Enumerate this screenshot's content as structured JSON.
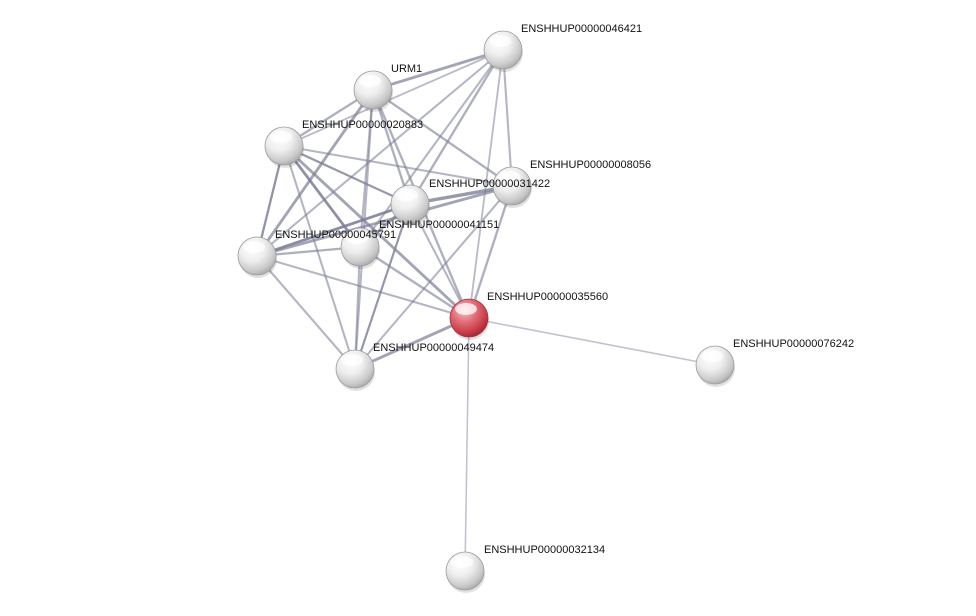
{
  "network": {
    "query_node": "ENSHHUP00000035560",
    "colors": {
      "query_node": "#d9454f",
      "node": "#d8d8d8",
      "edge": "#7d7f98",
      "label": "#111111"
    },
    "nodes": [
      {
        "id": "n46421",
        "label": "ENSHHUP00000046421"
      },
      {
        "id": "nURM1",
        "label": "URM1"
      },
      {
        "id": "n20883",
        "label": "ENSHHUP00000020883"
      },
      {
        "id": "n08056",
        "label": "ENSHHUP00000008056"
      },
      {
        "id": "n31422",
        "label": "ENSHHUP00000031422"
      },
      {
        "id": "n41151",
        "label": "ENSHHUP00000041151"
      },
      {
        "id": "n45791",
        "label": "ENSHHUP00000045791"
      },
      {
        "id": "n35560",
        "label": "ENSHHUP00000035560"
      },
      {
        "id": "n49474",
        "label": "ENSHHUP00000049474"
      },
      {
        "id": "n76242",
        "label": "ENSHHUP00000076242"
      },
      {
        "id": "n32134",
        "label": "ENSHHUP00000032134"
      }
    ],
    "edges": [
      {
        "source": "nURM1",
        "target": "n46421",
        "strength": 0.8
      },
      {
        "source": "nURM1",
        "target": "n20883",
        "strength": 0.6
      },
      {
        "source": "nURM1",
        "target": "n45791",
        "strength": 0.8
      },
      {
        "source": "nURM1",
        "target": "n31422",
        "strength": 0.6
      },
      {
        "source": "nURM1",
        "target": "n08056",
        "strength": 0.6
      },
      {
        "source": "nURM1",
        "target": "n35560",
        "strength": 0.6
      },
      {
        "source": "nURM1",
        "target": "n49474",
        "strength": 0.5
      },
      {
        "source": "nURM1",
        "target": "n41151",
        "strength": 0.5
      },
      {
        "source": "n46421",
        "target": "n31422",
        "strength": 0.6
      },
      {
        "source": "n46421",
        "target": "n08056",
        "strength": 0.5
      },
      {
        "source": "n46421",
        "target": "n45791",
        "strength": 0.5
      },
      {
        "source": "n46421",
        "target": "n41151",
        "strength": 0.5
      },
      {
        "source": "n46421",
        "target": "n35560",
        "strength": 0.4
      },
      {
        "source": "n46421",
        "target": "n20883",
        "strength": 0.4
      },
      {
        "source": "n20883",
        "target": "n41151",
        "strength": 0.5
      },
      {
        "source": "n20883",
        "target": "n08056",
        "strength": 0.5
      },
      {
        "source": "n20883",
        "target": "n45791",
        "strength": 0.6
      },
      {
        "source": "n20883",
        "target": "n41151",
        "strength": 0.8
      },
      {
        "source": "n20883",
        "target": "n35560",
        "strength": 0.8
      },
      {
        "source": "n20883",
        "target": "n49474",
        "strength": 0.5
      },
      {
        "source": "n20883",
        "target": "n31422",
        "strength": 0.5
      },
      {
        "source": "n31422",
        "target": "n08056",
        "strength": 1.0
      },
      {
        "source": "n31422",
        "target": "n41151",
        "strength": 0.8
      },
      {
        "source": "n31422",
        "target": "n45791",
        "strength": 0.8
      },
      {
        "source": "n31422",
        "target": "n35560",
        "strength": 0.5
      },
      {
        "source": "n31422",
        "target": "n49474",
        "strength": 0.5
      },
      {
        "source": "n31422",
        "target": "n20883",
        "strength": 0.5
      },
      {
        "source": "n08056",
        "target": "n45791",
        "strength": 0.8
      },
      {
        "source": "n08056",
        "target": "n35560",
        "strength": 0.6
      },
      {
        "source": "n08056",
        "target": "n49474",
        "strength": 0.5
      },
      {
        "source": "n41151",
        "target": "n45791",
        "strength": 0.6
      },
      {
        "source": "n41151",
        "target": "n35560",
        "strength": 0.6
      },
      {
        "source": "n41151",
        "target": "n49474",
        "strength": 0.5
      },
      {
        "source": "n45791",
        "target": "n35560",
        "strength": 0.5
      },
      {
        "source": "n45791",
        "target": "n49474",
        "strength": 0.5
      },
      {
        "source": "n45791",
        "target": "n31422",
        "strength": 0.6
      },
      {
        "source": "n45791",
        "target": "n20883",
        "strength": 0.5
      },
      {
        "source": "n49474",
        "target": "n35560",
        "strength": 0.8
      },
      {
        "source": "n49474",
        "target": "n31422",
        "strength": 0.5
      },
      {
        "source": "n35560",
        "target": "n76242",
        "strength": 0.3
      },
      {
        "source": "n35560",
        "target": "n32134",
        "strength": 0.3
      }
    ]
  }
}
